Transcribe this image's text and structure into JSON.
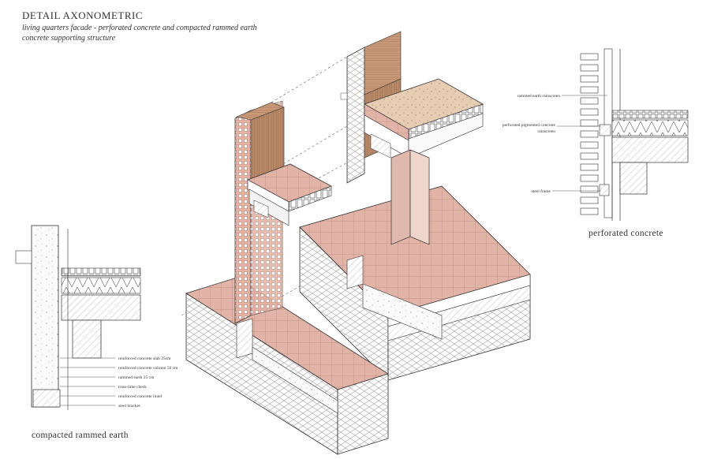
{
  "header": {
    "title": "DETAIL AXONOMETRIC",
    "subtitle_1": "living quarters facade - perforated concrete and compacted rammed earth",
    "subtitle_2": "concrete supporting structure"
  },
  "perforated_detail": {
    "caption": "perforated concrete",
    "labels": [
      "rammed earth rainscreen",
      "perforated pigmented concrete",
      "rainscreen",
      "steel frame"
    ]
  },
  "rammed_detail": {
    "caption": "compacted rammed earth",
    "labels": [
      "reinforced concrete slab 25cm",
      "reinforced concrete column 50 cm",
      "rammed earth 25 cm",
      "trass-lime check",
      "reinforced concrete lintel",
      "steel bracket"
    ]
  },
  "colors": {
    "tile": "#e2b4a8",
    "tile_line": "#b98879",
    "wood": "#c99a7a",
    "wood_dark": "#a8795a",
    "line": "#333333",
    "hatch": "#9a9a9a",
    "column": "#e8c9bd"
  }
}
